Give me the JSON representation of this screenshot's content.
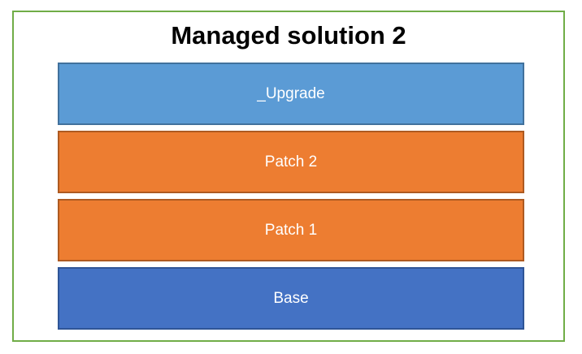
{
  "slide": {
    "background": "#ffffff",
    "frame_border_color": "#70AD47"
  },
  "diagram": {
    "title": "Managed solution 2",
    "title_color": "#000000",
    "layers": [
      {
        "label": "_Upgrade",
        "fill": "#5B9BD5",
        "border": "#41719C",
        "text_color": "#FFFFFF"
      },
      {
        "label": "Patch 2",
        "fill": "#ED7D31",
        "border": "#AE5A21",
        "text_color": "#FFFFFF"
      },
      {
        "label": "Patch 1",
        "fill": "#ED7D31",
        "border": "#AE5A21",
        "text_color": "#FFFFFF"
      },
      {
        "label": "Base",
        "fill": "#4472C4",
        "border": "#2F5597",
        "text_color": "#FFFFFF"
      }
    ]
  }
}
